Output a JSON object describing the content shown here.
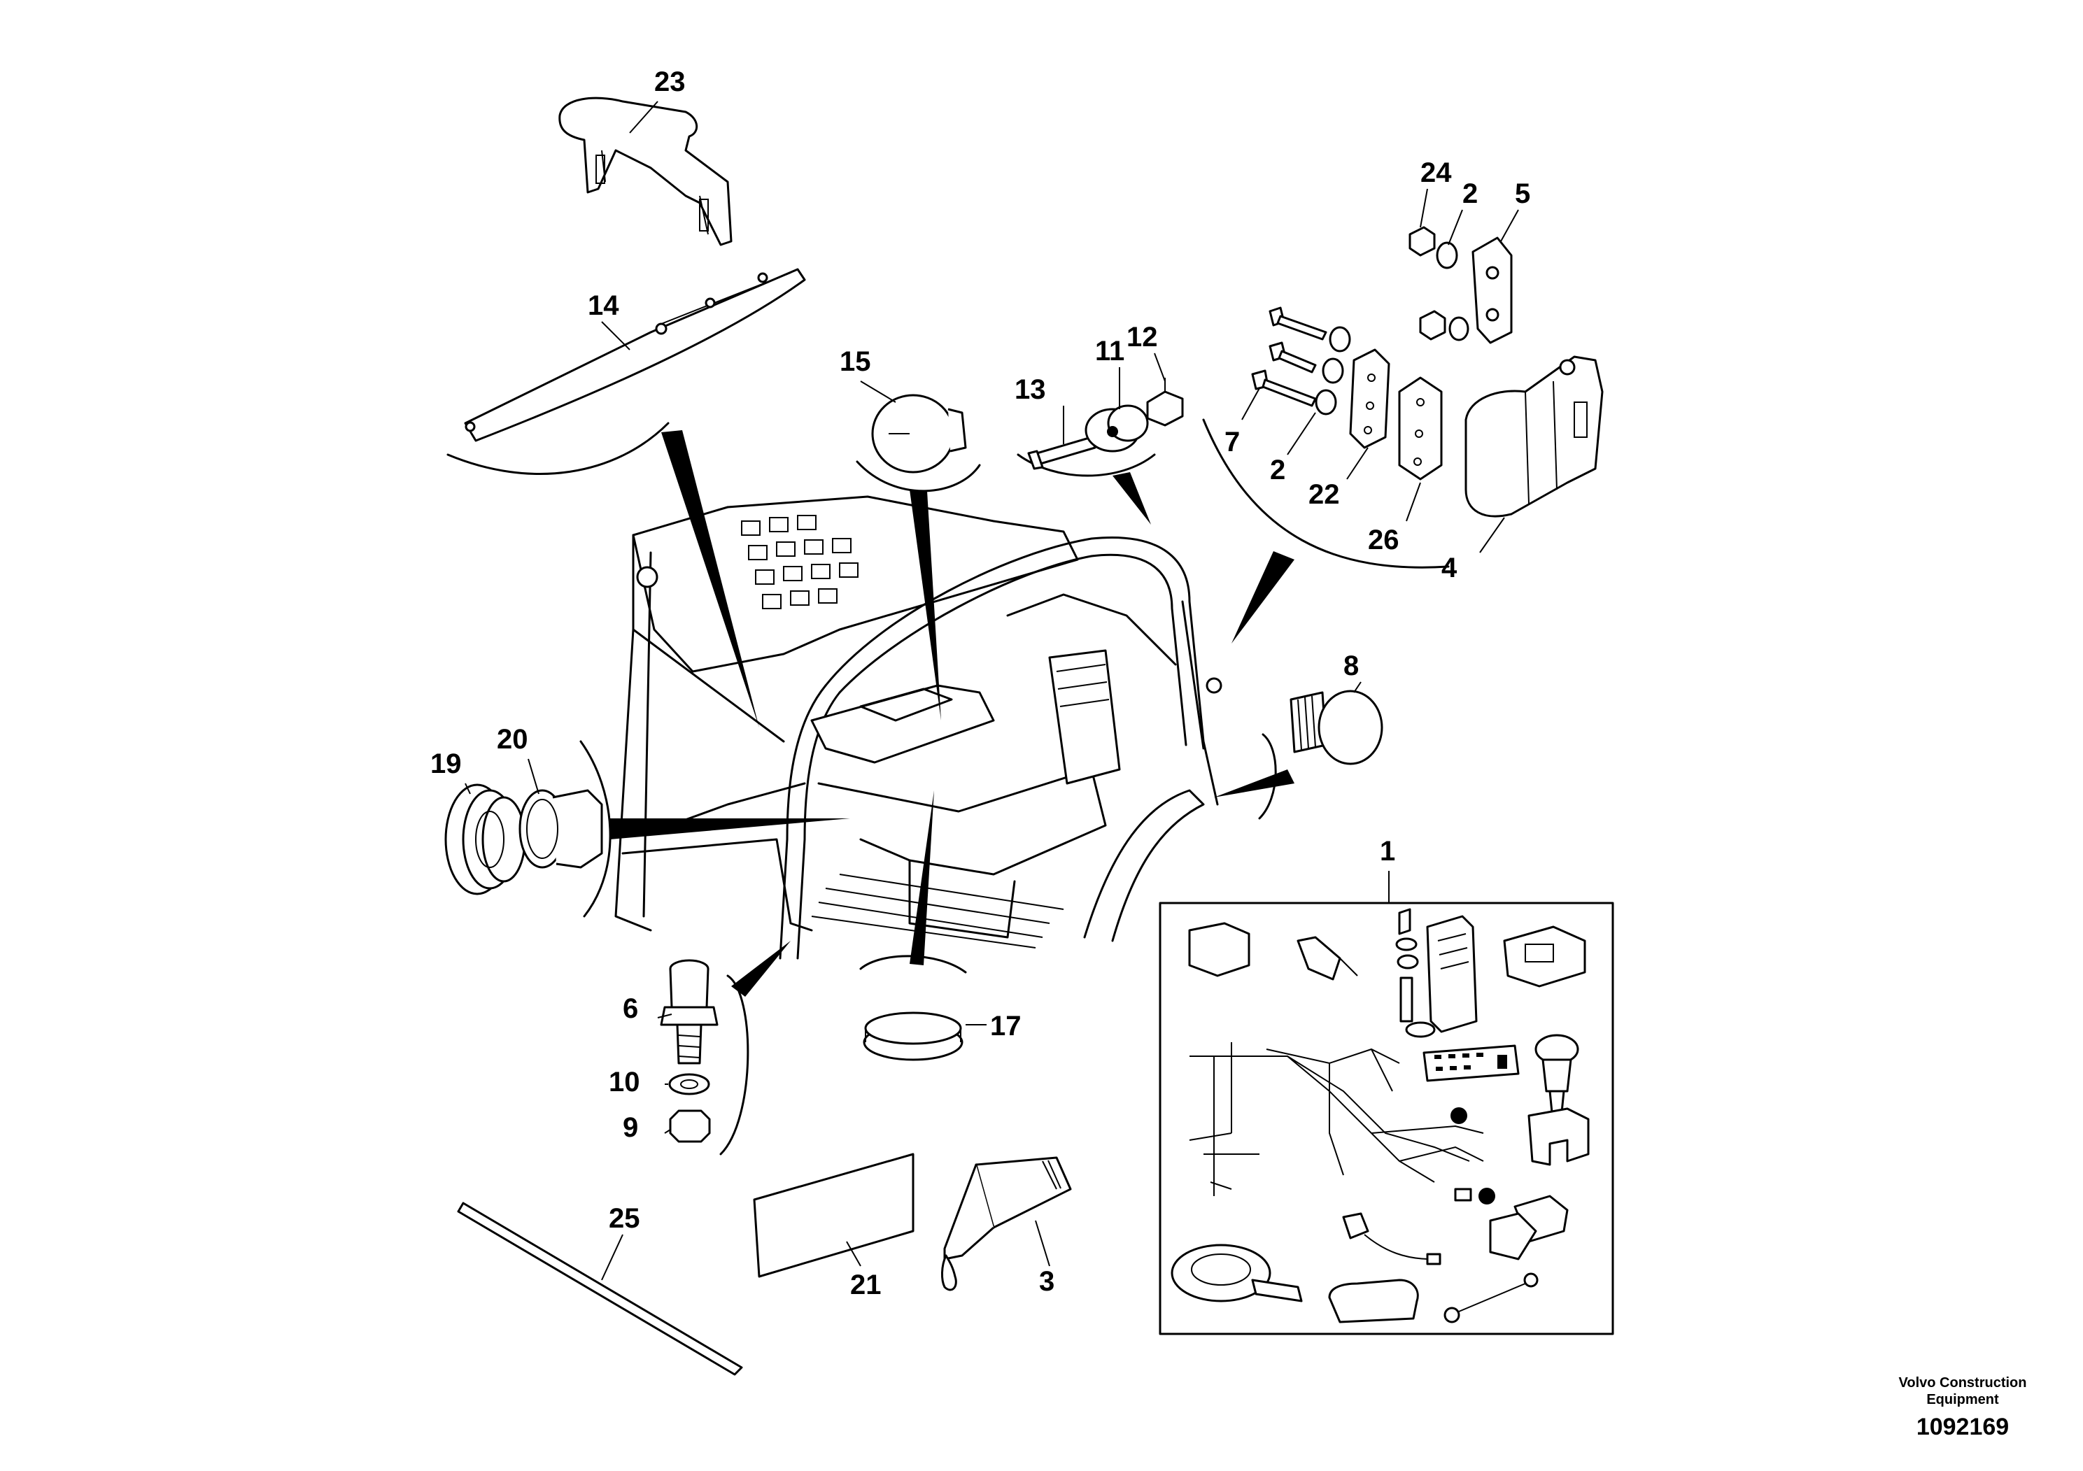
{
  "callouts": {
    "c1": "1",
    "c2a": "2",
    "c2b": "2",
    "c3": "3",
    "c4": "4",
    "c5": "5",
    "c6": "6",
    "c7": "7",
    "c8": "8",
    "c9": "9",
    "c10": "10",
    "c11": "11",
    "c12": "12",
    "c13": "13",
    "c14": "14",
    "c15": "15",
    "c17": "17",
    "c19": "19",
    "c20": "20",
    "c21": "21",
    "c22": "22",
    "c23": "23",
    "c24": "24",
    "c25": "25",
    "c26": "26"
  },
  "footer": {
    "brand": "Volvo Construction Equipment",
    "drawing_number": "1092169"
  }
}
